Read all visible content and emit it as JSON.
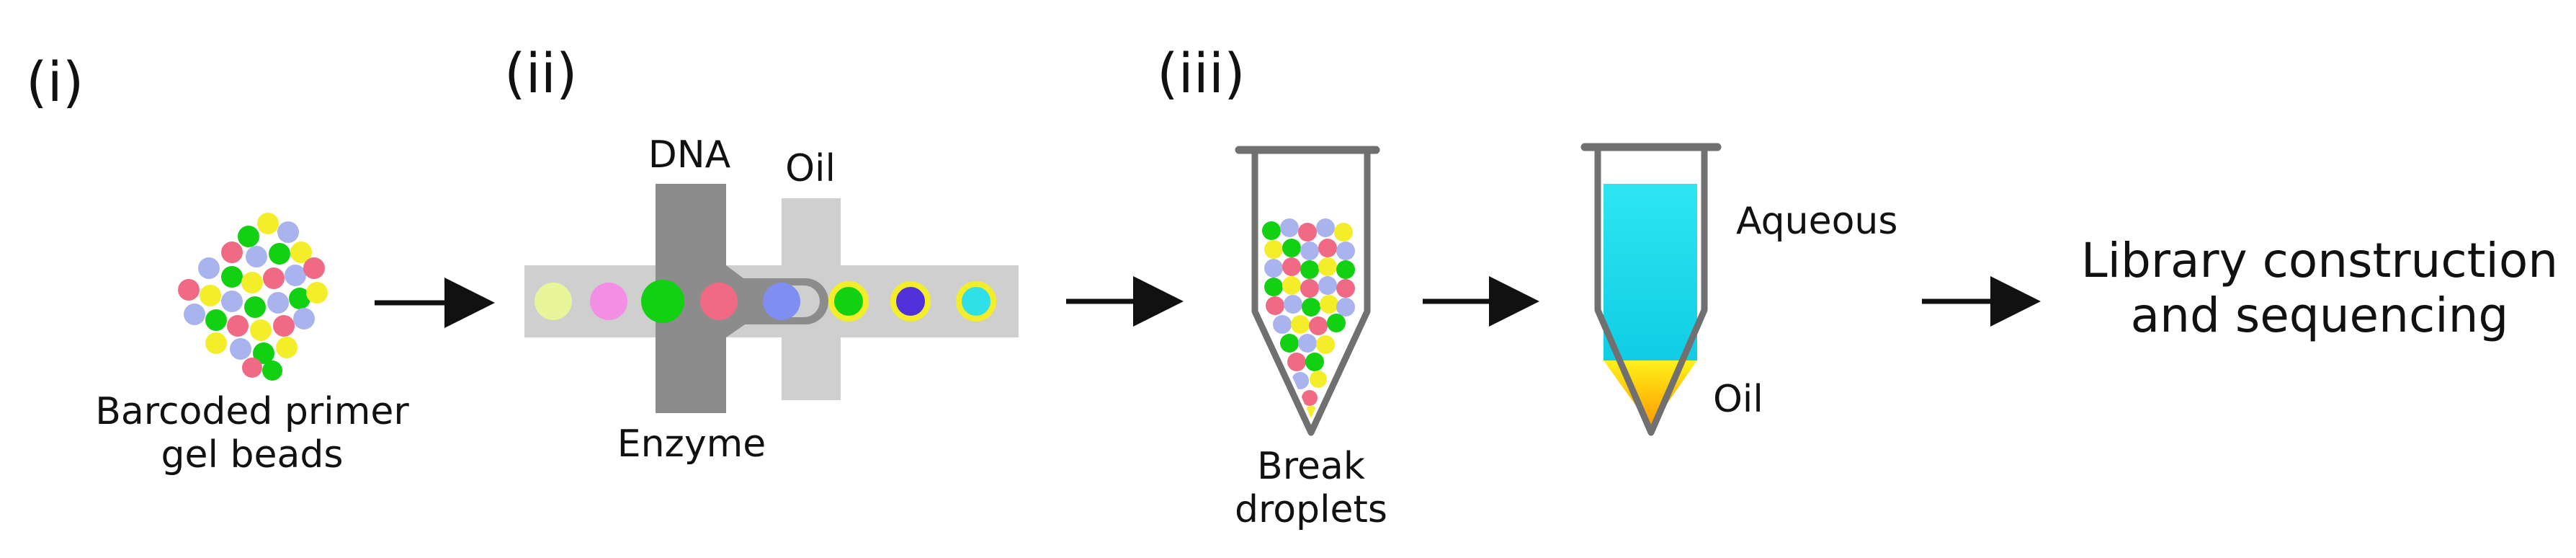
{
  "steps": {
    "step1": "(i)",
    "step2": "(ii)",
    "step3": "(iii)"
  },
  "labels": {
    "beads_line1": "Barcoded primer",
    "beads_line2": "gel beads",
    "dna": "DNA",
    "oil_chip": "Oil",
    "enzyme": "Enzyme",
    "break_line1": "Break",
    "break_line2": "droplets",
    "aqueous": "Aqueous",
    "oil_tube": "Oil",
    "final_line1": "Library construction",
    "final_line2": "and sequencing"
  },
  "colors": {
    "bead_green": "#12d012",
    "bead_pink": "#f06a86",
    "bead_lavender": "#a9b4ee",
    "bead_yellow": "#f4ee2a",
    "chip_light": "#cfcfcf",
    "chip_dark": "#8c8c8c",
    "aqueous_cyan": "#1ee0ee",
    "oil_orange": "#ffa500",
    "tube_outline": "#707070"
  }
}
